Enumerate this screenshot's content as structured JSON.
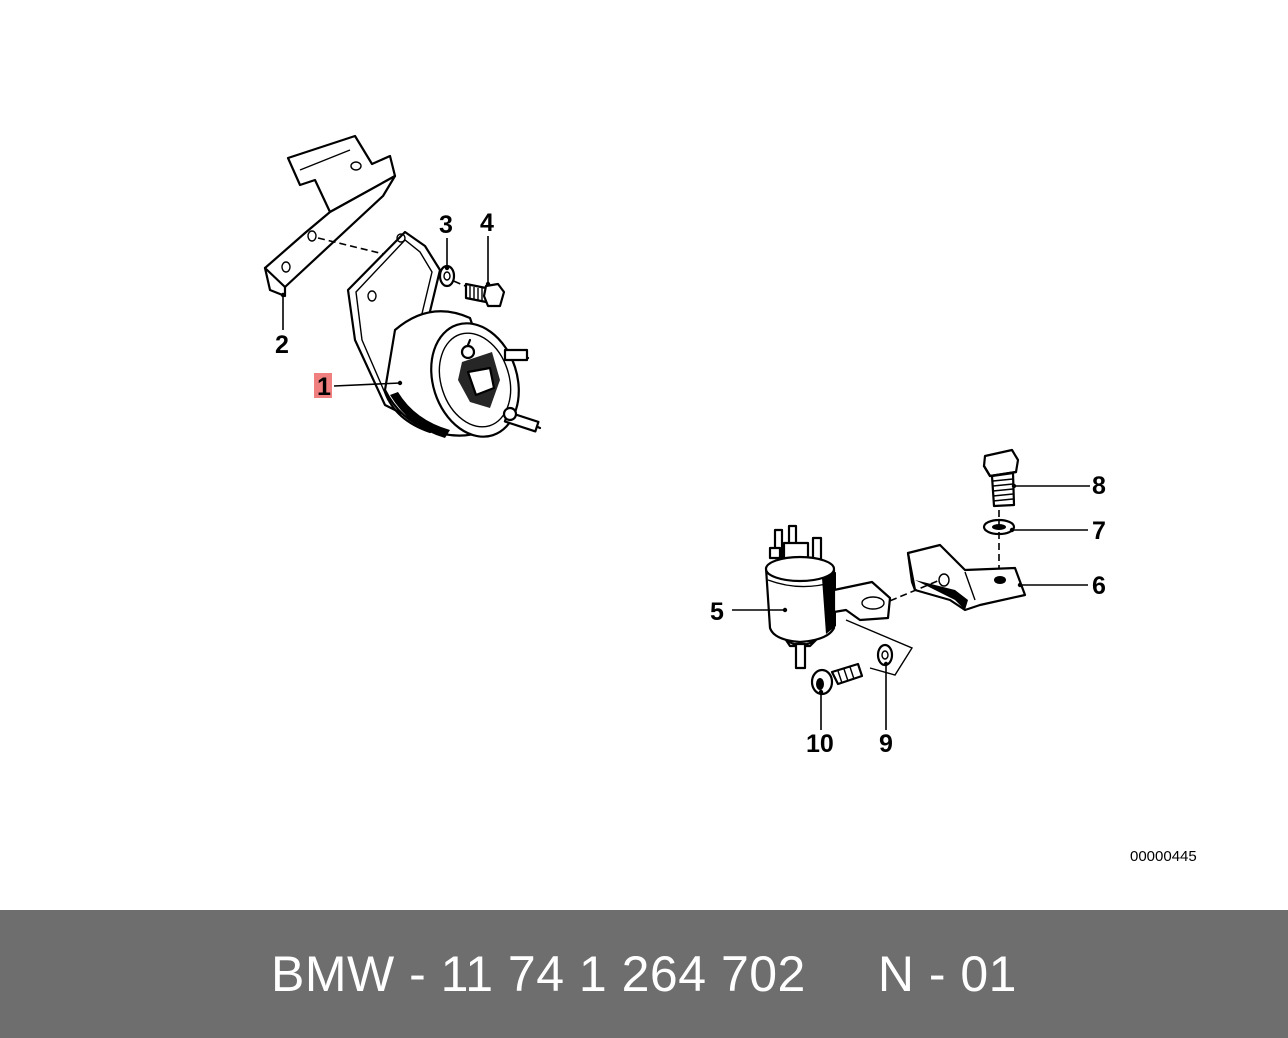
{
  "callouts": {
    "c1": "1",
    "c2": "2",
    "c3": "3",
    "c4": "4",
    "c5": "5",
    "c6": "6",
    "c7": "7",
    "c8": "8",
    "c9": "9",
    "c10": "10"
  },
  "highlight_color": "#f08080",
  "image_code": "00000445",
  "footer": {
    "text": "BMW - 11 74 1 264 702     N - 01",
    "background": "#6e6e6e"
  }
}
